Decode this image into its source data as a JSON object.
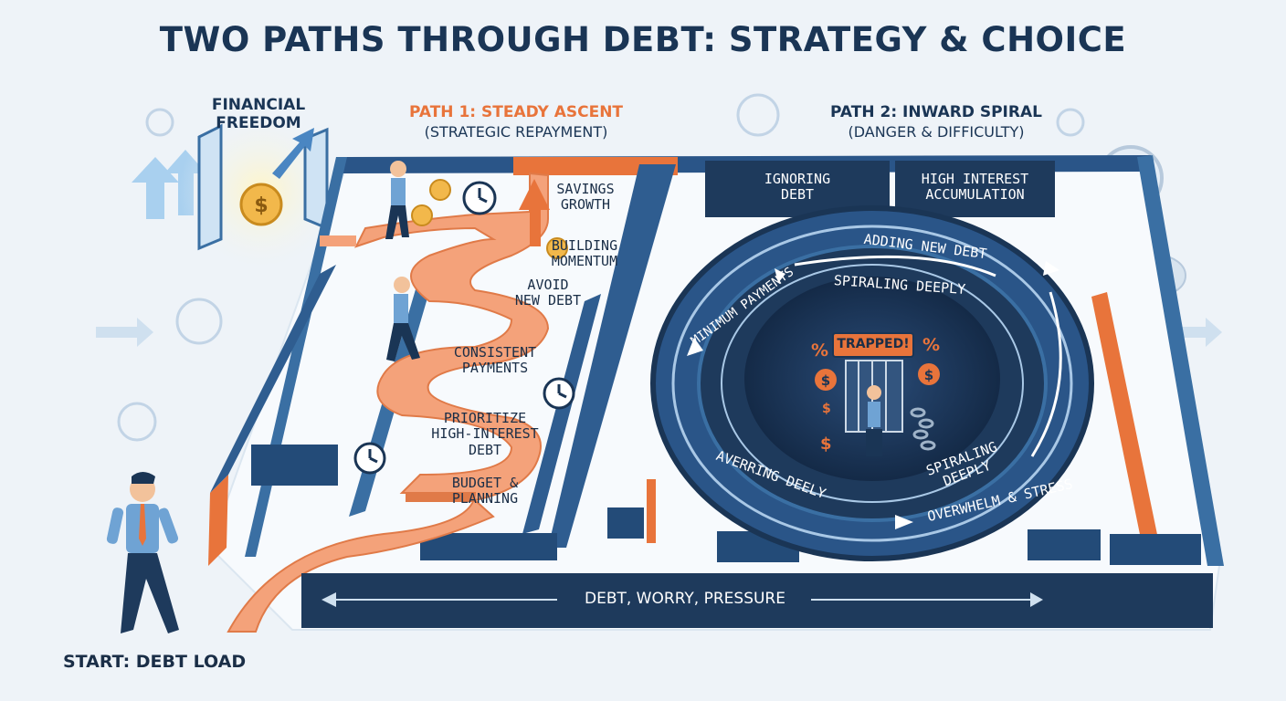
{
  "title": "TWO PATHS THROUGH DEBT: STRATEGY & CHOICE",
  "freedom": {
    "line1": "FINANCIAL",
    "line2": "FREEDOM"
  },
  "path1": {
    "title": "PATH 1: STEADY ASCENT",
    "subtitle": "(STRATEGIC REPAYMENT)",
    "steps": [
      {
        "line1": "SAVINGS",
        "line2": "GROWTH"
      },
      {
        "line1": "BUILDING",
        "line2": "MOMENTUM"
      },
      {
        "line1": "AVOID",
        "line2": "NEW DEBT"
      },
      {
        "line1": "CONSISTENT",
        "line2": "PAYMENTS"
      },
      {
        "line1": "PRIORITIZE",
        "line2": "HIGH-INTEREST",
        "line3": "DEBT"
      },
      {
        "line1": "BUDGET &",
        "line2": "PLANNING"
      }
    ]
  },
  "path2": {
    "title": "PATH 2: INWARD SPIRAL",
    "subtitle": "(DANGER & DIFFICULTY)",
    "boxes": [
      {
        "line1": "IGNORING",
        "line2": "DEBT"
      },
      {
        "line1": "HIGH INTEREST",
        "line2": "ACCUMULATION"
      }
    ],
    "ring_labels": {
      "adding": "ADDING NEW DEBT",
      "minimum": "MINIMUM PAYMENTS",
      "spiraling_top": "SPIRALING DEEPLY",
      "spiraling_right": {
        "line1": "SPIRALING",
        "line2": "DEEPLY"
      },
      "averring": "AVERRING DEELY",
      "overwhelm": "OVERWHELM & STRESS"
    },
    "trapped": "TRAPPED!"
  },
  "bottom_bar": "DEBT, WORRY, PRESSURE",
  "start": "START: DEBT LOAD",
  "colors": {
    "navy": "#1e3a5c",
    "wall_blue": "#3a6fa3",
    "orange": "#e8743b",
    "path_orange": "#f4a27a",
    "background": "#eef3f8"
  },
  "icons": [
    "dollar-coin-icon",
    "clock-icon",
    "compass-icon",
    "piggy-bank-icon",
    "percent-icon",
    "chain-icon",
    "arrow-icon"
  ]
}
